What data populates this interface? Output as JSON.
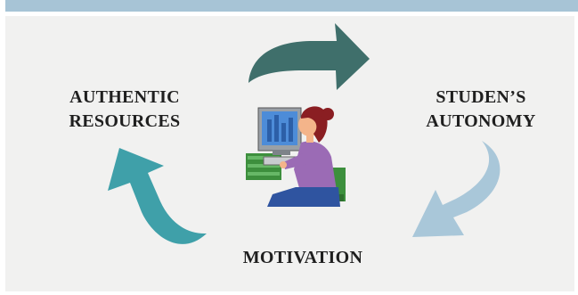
{
  "diagram": {
    "nodes": {
      "authentic_resources": {
        "line1": "AUTHENTIC",
        "line2": "RESOURCES"
      },
      "students_autonomy": {
        "line1": "STUDEN’S",
        "line2": "AUTONOMY"
      },
      "motivation": {
        "line1": "MOTIVATION"
      }
    },
    "arrows": [
      {
        "from": "authentic_resources",
        "to": "students_autonomy",
        "color": "#3f6f6b"
      },
      {
        "from": "students_autonomy",
        "to": "motivation",
        "color": "#a9c7d9"
      },
      {
        "from": "motivation",
        "to": "authentic_resources",
        "color": "#3fa0a9"
      }
    ],
    "center_image": "woman-at-computer-clipart"
  },
  "colors": {
    "top_band": "#a7c4d6",
    "panel": "#f1f1f0",
    "arrow_dark_teal": "#3f6f6b",
    "arrow_light_blue": "#a9c7d9",
    "arrow_teal": "#3fa0a9"
  }
}
